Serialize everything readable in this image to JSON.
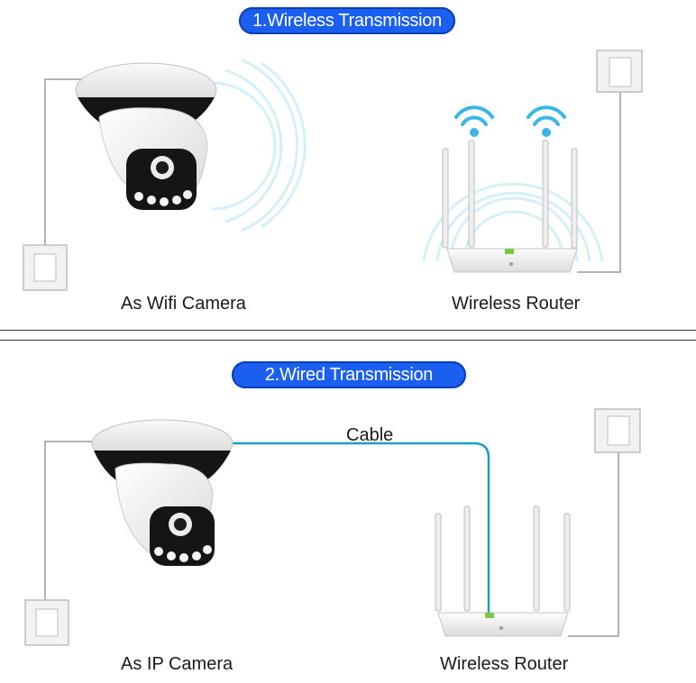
{
  "section1": {
    "title": "1.Wireless Transmission",
    "camera_label": "As Wifi Camera",
    "router_label": "Wireless Router"
  },
  "section2": {
    "title": "2.Wired Transmission",
    "camera_label": "As IP Camera",
    "router_label": "Wireless Router",
    "cable_label": "Cable"
  },
  "colors": {
    "pill": "#1b5ff0",
    "cable": "#1aa0c8",
    "wifi": "#38b7e8",
    "signal_rings": "#cfeef8"
  }
}
